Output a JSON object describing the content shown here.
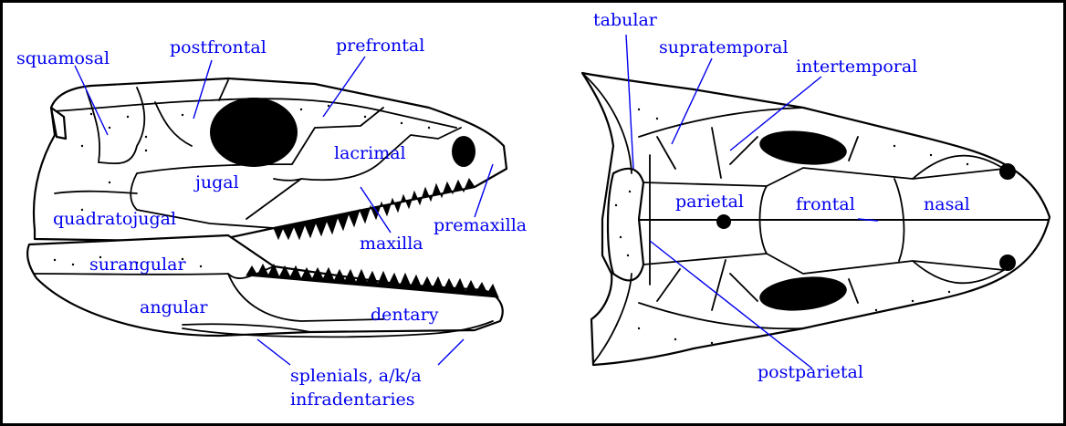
{
  "colors": {
    "label": "#0000ee",
    "line": "#000000",
    "background": "#ffffff"
  },
  "lateral_view": {
    "labels": [
      {
        "id": "squamosal",
        "text": "squamosal"
      },
      {
        "id": "postfrontal",
        "text": "postfrontal"
      },
      {
        "id": "prefrontal",
        "text": "prefrontal"
      },
      {
        "id": "lacrimal",
        "text": "lacrimal"
      },
      {
        "id": "jugal",
        "text": "jugal"
      },
      {
        "id": "quadratojugal",
        "text": "quadratojugal"
      },
      {
        "id": "maxilla",
        "text": "maxilla"
      },
      {
        "id": "premaxilla",
        "text": "premaxilla"
      },
      {
        "id": "surangular",
        "text": "surangular"
      },
      {
        "id": "angular",
        "text": "angular"
      },
      {
        "id": "dentary",
        "text": "dentary"
      },
      {
        "id": "splenials",
        "text": "splenials, a/k/a"
      },
      {
        "id": "infradentaries",
        "text": "infradentaries"
      }
    ]
  },
  "dorsal_view": {
    "labels": [
      {
        "id": "tabular",
        "text": "tabular"
      },
      {
        "id": "supratemporal",
        "text": "supratemporal"
      },
      {
        "id": "intertemporal",
        "text": "intertemporal"
      },
      {
        "id": "parietal",
        "text": "parietal"
      },
      {
        "id": "frontal",
        "text": "frontal"
      },
      {
        "id": "nasal",
        "text": "nasal"
      },
      {
        "id": "postparietal",
        "text": "postparietal"
      }
    ]
  }
}
